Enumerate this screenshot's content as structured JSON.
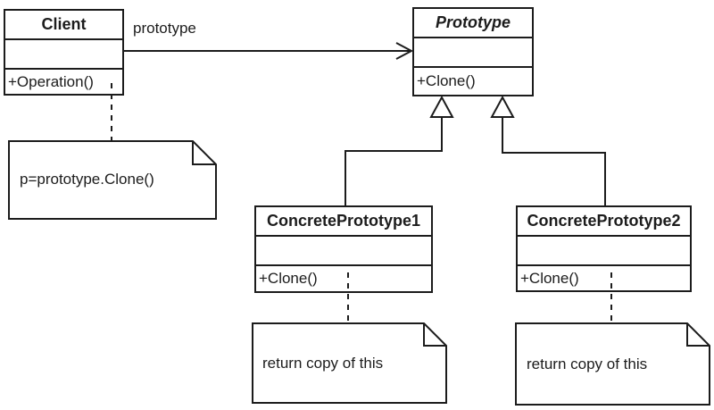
{
  "diagram": {
    "kind": "uml-class-diagram",
    "pattern": "Prototype",
    "colors": {
      "line": "#1c1c1c",
      "background": "#ffffff"
    },
    "classes": [
      {
        "name": "Client",
        "methods": "+Operation()",
        "abstract": false
      },
      {
        "name": "Prototype",
        "methods": "+Clone()",
        "abstract": true
      },
      {
        "name": "ConcretePrototype1",
        "methods": "+Clone()",
        "abstract": false
      },
      {
        "name": "ConcretePrototype2",
        "methods": "+Clone()",
        "abstract": false
      }
    ],
    "association_label": "prototype",
    "notes": [
      {
        "text": "p=prototype.Clone()",
        "attached_to": "Client"
      },
      {
        "text": "return copy of this",
        "attached_to": "ConcretePrototype1"
      },
      {
        "text": "return copy of this",
        "attached_to": "ConcretePrototype2"
      }
    ]
  }
}
